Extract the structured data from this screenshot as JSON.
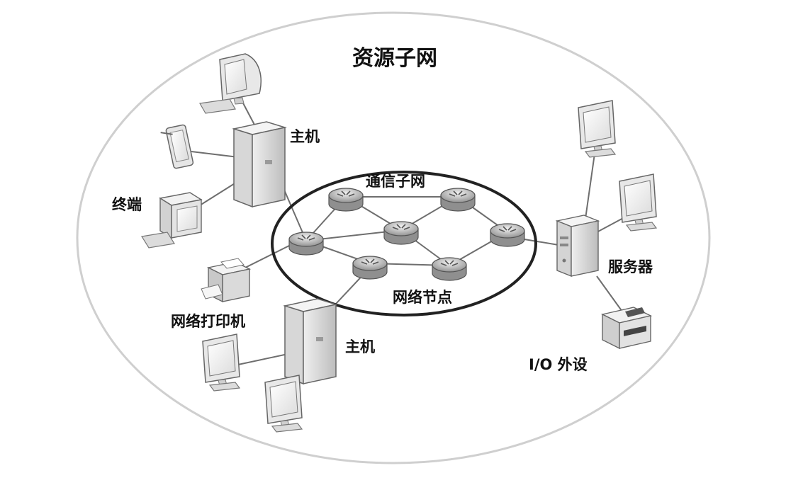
{
  "labels": {
    "resource_subnet": "资源子网",
    "comm_subnet": "通信子网",
    "host_top": "主机",
    "terminal": "终端",
    "network_printer": "网络打印机",
    "host_bottom": "主机",
    "network_node": "网络节点",
    "server": "服务器",
    "io_peripheral": "I/O 外设"
  },
  "icons": {
    "router": "router-icon",
    "host": "host-tower-icon",
    "monitor": "monitor-icon",
    "tablet": "tablet-icon",
    "printer": "printer-icon",
    "server": "server-icon"
  },
  "colors": {
    "outer_ellipse": "#cfcfcf",
    "inner_ellipse": "#222222",
    "link": "#6e6e6e",
    "device": "#d9d9d9"
  }
}
